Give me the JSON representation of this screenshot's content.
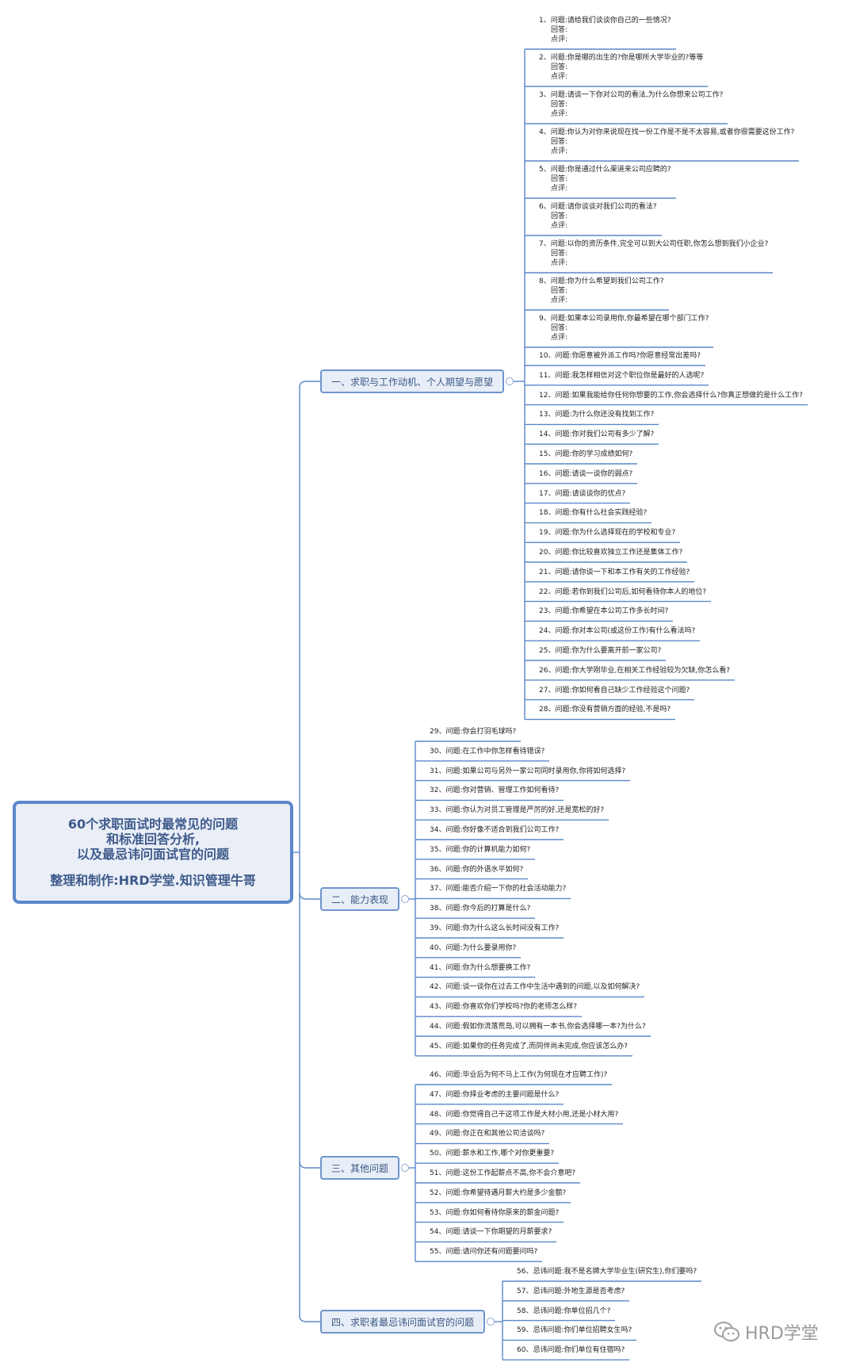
{
  "root": {
    "title_lines": [
      "60个求职面试时最常见的问题",
      "和标准回答分析,",
      "以及最忌讳问面试官的问题"
    ],
    "author": "整理和制作:HRD学堂.知识管理牛哥"
  },
  "branches": [
    {
      "label": "一、求职与工作动机、个人期望与愿望",
      "items": [
        {
          "q": "1、问题:请给我们谈谈你自己的一些情况?",
          "sub": [
            "回答:",
            "点评:"
          ]
        },
        {
          "q": "2、问题:你是哪的出生的?你是哪所大学毕业的?等等",
          "sub": [
            "回答:",
            "点评:"
          ]
        },
        {
          "q": "3、问题:请谈一下你对公司的看法,为什么你想来公司工作?",
          "sub": [
            "回答:",
            "点评:"
          ]
        },
        {
          "q": "4、问题:你认为对你来说现在找一份工作是不是不太容易,或者你很需要这份工作?",
          "sub": [
            "回答:",
            "点评:"
          ]
        },
        {
          "q": "5、问题:你是通过什么渠道来公司应聘的?",
          "sub": [
            "回答:",
            "点评:"
          ]
        },
        {
          "q": "6、问题:请你谈谈对我们公司的看法?",
          "sub": [
            "回答:",
            "点评:"
          ]
        },
        {
          "q": "7、问题:以你的资历条件,完全可以到大公司任职,你怎么想到我们小企业?",
          "sub": [
            "回答:",
            "点评:"
          ]
        },
        {
          "q": "8、问题:你为什么希望到我们公司工作?",
          "sub": [
            "回答:",
            "点评:"
          ]
        },
        {
          "q": "9、问题:如果本公司录用你,你最希望在哪个部门工作?",
          "sub": [
            "回答:",
            "点评:"
          ]
        },
        {
          "q": "10、问题:你愿意被外派工作吗?你愿意经常出差吗?"
        },
        {
          "q": "11、问题:我怎样相信对这个职位你是最好的人选呢?"
        },
        {
          "q": "12、问题:如果我能给你任何你想要的工作,你会选择什么?你真正想做的是什么工作?"
        },
        {
          "q": "13、问题:为什么你还没有找到工作?"
        },
        {
          "q": "14、问题:你对我们公司有多少了解?"
        },
        {
          "q": "15、问题:你的学习成绩如何?"
        },
        {
          "q": "16、问题:请谈一谈你的弱点?"
        },
        {
          "q": "17、问题:请谈谈你的优点?"
        },
        {
          "q": "18、问题:你有什么社会实践经验?"
        },
        {
          "q": "19、问题:你为什么选择现在的学校和专业?"
        },
        {
          "q": "20、问题:你比较喜欢独立工作还是集体工作?"
        },
        {
          "q": "21、问题:请你谈一下和本工作有关的工作经验?"
        },
        {
          "q": "22、问题:若你到我们公司后,如何看待你本人的地位?"
        },
        {
          "q": "23、问题:你希望在本公司工作多长时间?"
        },
        {
          "q": "24、问题:你对本公司(或这份工作)有什么看法吗?"
        },
        {
          "q": "25、问题:你为什么要离开前一家公司?"
        },
        {
          "q": "26、问题:你大学刚毕业,在相关工作经验较为欠缺,你怎么看?"
        },
        {
          "q": "27、问题:你如何看自己缺少工作经验这个问题?"
        },
        {
          "q": "28、问题:你没有营销方面的经验,不是吗?"
        }
      ]
    },
    {
      "label": "二、能力表现",
      "items": [
        {
          "q": "29、问题:你会打羽毛球吗?"
        },
        {
          "q": "30、问题:在工作中你怎样看待错误?"
        },
        {
          "q": "31、问题:如果公司与另外一家公司同时录用你,你将如何选择?"
        },
        {
          "q": "32、问题:你对营销、管理工作如何看待?"
        },
        {
          "q": "33、问题:你认为对员工管理是严厉的好,还是宽松的好?"
        },
        {
          "q": "34、问题:你好像不适合到我们公司工作?"
        },
        {
          "q": "35、问题:你的计算机能力如何?"
        },
        {
          "q": "36、问题:你的外语水平如何?"
        },
        {
          "q": "37、问题:能否介绍一下你的社会活动能力?"
        },
        {
          "q": "38、问题:你今后的打算是什么?"
        },
        {
          "q": "39、问题:你为什么这么长时间没有工作?"
        },
        {
          "q": "40、问题:为什么要录用你?"
        },
        {
          "q": "41、问题:你为什么想要换工作?"
        },
        {
          "q": "42、问题:谈一谈你在过去工作中生活中遇到的问题,以及如何解决?"
        },
        {
          "q": "43、问题:你喜欢你们学校吗?你的老师怎么样?"
        },
        {
          "q": "44、问题:假如你流落荒岛,可以拥有一本书,你会选择哪一本?为什么?"
        },
        {
          "q": "45、问题:如果你的任务完成了,而同伴尚未完成,你应该怎么办?"
        }
      ]
    },
    {
      "label": "三、其他问题",
      "items": [
        {
          "q": "46、问题:毕业后为何不马上工作(为何现在才应聘工作)?"
        },
        {
          "q": "47、问题:你择业考虑的主要问题是什么?"
        },
        {
          "q": "48、问题:你觉得自己干这项工作是大材小用,还是小材大用?"
        },
        {
          "q": "49、问题:你正在和其他公司洽谈吗?"
        },
        {
          "q": "50、问题:薪水和工作,哪个对你更重要?"
        },
        {
          "q": "51、问题:这份工作起薪点不高,你不会介意吧?"
        },
        {
          "q": "52、问题:你希望待遇月薪大约是多少金额?"
        },
        {
          "q": "53、问题:你如何看待你原来的薪金问题?"
        },
        {
          "q": "54、问题:请谈一下你期望的月薪要求?"
        },
        {
          "q": "55、问题:请问你还有问题要问吗?"
        }
      ]
    },
    {
      "label": "四、求职者最忌讳问面试官的问题",
      "items": [
        {
          "q": "56、忌讳问题:我不是名牌大学毕业生(研究生),你们要吗?"
        },
        {
          "q": "57、忌讳问题:外地生源是否考虑?"
        },
        {
          "q": "58、忌讳问题:你单位招几个?"
        },
        {
          "q": "59、忌讳问题:你们单位招聘女生吗?"
        },
        {
          "q": "60、忌讳问题:你们单位有住宿吗?"
        }
      ]
    }
  ],
  "watermark": "HRD学堂",
  "colors": {
    "line": "#5c87c9",
    "node_border": "#6f95cc",
    "node_bg": "#e8eef8",
    "root_bg": "#e9eef7",
    "root_text": "#3e5a8a"
  }
}
